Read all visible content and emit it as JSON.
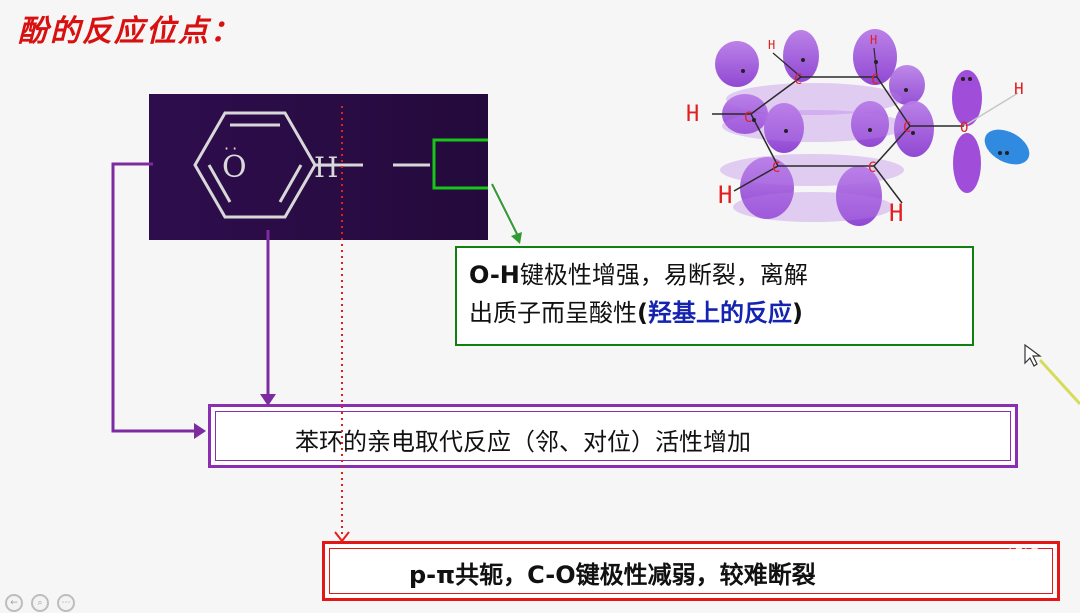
{
  "slide": {
    "title": "酚的反应位点："
  },
  "phenol_structure": {
    "atom_o": "O",
    "atom_o_lone_pair": "··",
    "atom_h": "H"
  },
  "callout_oh": {
    "prefix_bold": "O-H",
    "line1_rest": "键极性增强，易断裂，离解",
    "line2_start": "出质子而呈酸性",
    "line2_open": "(",
    "line2_blue": "羟基上的反应",
    "line2_close": ")"
  },
  "callout_ring": {
    "text": "苯环的亲电取代反应（邻、对位）活性增加"
  },
  "callout_pi": {
    "text": "p-π共轭，C-O键极性减弱，较难断裂"
  },
  "orbital_diagram": {
    "labels": [
      "H",
      "H",
      "H",
      "H",
      "H",
      "H",
      "C",
      "C",
      "C",
      "C",
      "C",
      "C",
      "O"
    ],
    "colors": {
      "orbital": "#9b45d8",
      "orbital_light": "#b67be8",
      "oxygen_orbital": "#2f8ae0",
      "label": "#e02020"
    }
  },
  "controls": {
    "items": [
      "←",
      "⌕",
      "⋯"
    ]
  },
  "ui": {
    "corner_mark": "◔◔"
  }
}
